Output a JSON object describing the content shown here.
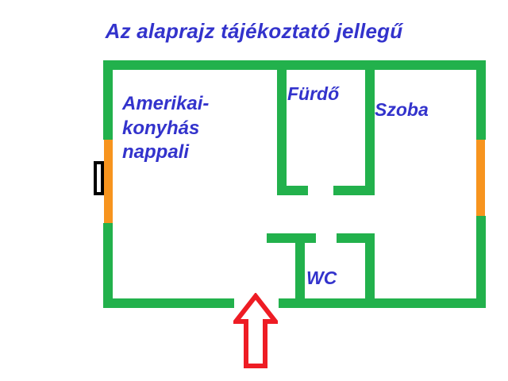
{
  "title": "Az alaprajz tájékoztató jellegű",
  "colors": {
    "wall": "#22b14c",
    "window": "#f7941e",
    "text": "#3333cc",
    "arrow": "#ee1c24",
    "opening": "#000000",
    "background": "#ffffff"
  },
  "rooms": [
    {
      "key": "living",
      "label": "Amerikai-\nkonyhás\nnappali"
    },
    {
      "key": "bath",
      "label": "Fürdő"
    },
    {
      "key": "room",
      "label": "Szoba"
    },
    {
      "key": "wc",
      "label": "WC"
    }
  ],
  "markers": {
    "entrance_arrow": "up-arrow-entrance",
    "left_opening": "balcony-opening",
    "left_window": "window-left",
    "right_window": "window-right"
  }
}
